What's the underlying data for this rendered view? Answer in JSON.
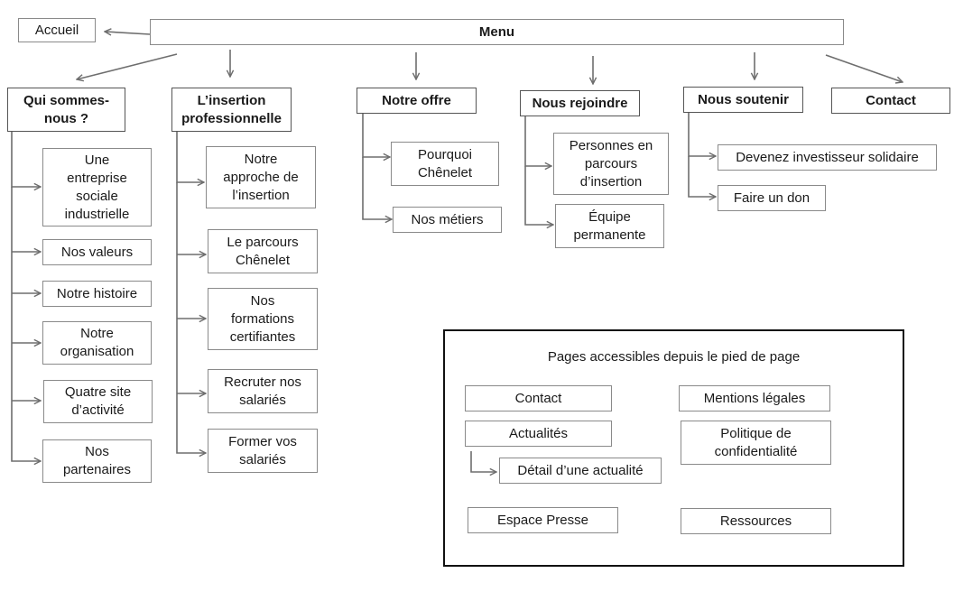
{
  "menu": {
    "label": "Menu"
  },
  "home": {
    "label": "Accueil"
  },
  "sections": [
    {
      "label": "Qui sommes-\nnous ?",
      "children": [
        "Une\nentreprise\nsociale\nindustrielle",
        "Nos valeurs",
        "Notre histoire",
        "Notre\norganisation",
        "Quatre site\nd’activité",
        "Nos\npartenaires"
      ]
    },
    {
      "label": "L’insertion\nprofessionnelle",
      "children": [
        "Notre\napproche de\nl’insertion",
        "Le parcours\nChênelet",
        "Nos\nformations\ncertifiantes",
        "Recruter nos\nsalariés",
        "Former vos\nsalariés"
      ]
    },
    {
      "label": "Notre offre",
      "children": [
        "Pourquoi\nChênelet",
        "Nos métiers"
      ]
    },
    {
      "label": "Nous rejoindre",
      "children": [
        "Personnes en\nparcours\nd’insertion",
        "Équipe\npermanente"
      ]
    },
    {
      "label": "Nous soutenir",
      "children": [
        "Devenez investisseur solidaire",
        "Faire un don"
      ]
    },
    {
      "label": "Contact",
      "children": []
    }
  ],
  "footer": {
    "title": "Pages accessibles depuis le pied de page",
    "links": [
      "Contact",
      "Mentions légales",
      "Actualités",
      "Politique de\nconfidentialité",
      "Détail d’une actualité",
      "Espace Presse",
      "Ressources"
    ]
  },
  "colors": {
    "line": "#6e6e6e",
    "box_border": "#8a8a8a",
    "panel_border": "#111111"
  }
}
